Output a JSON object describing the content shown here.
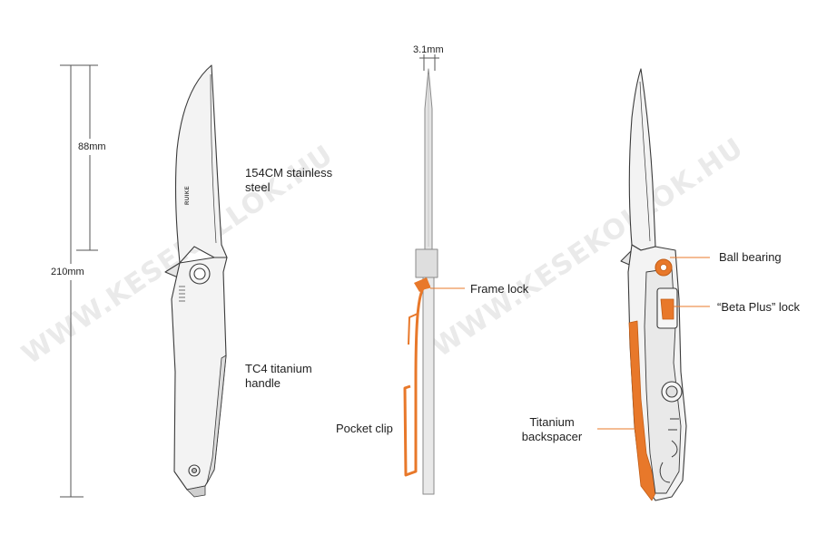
{
  "dimensions": {
    "total_length": "210mm",
    "blade_length": "88mm",
    "thickness": "3.1mm"
  },
  "labels": {
    "blade_material_line1": "154CM stainless",
    "blade_material_line2": "steel",
    "handle_line1": "TC4 titanium",
    "handle_line2": "handle",
    "frame_lock": "Frame lock",
    "pocket_clip": "Pocket clip",
    "ball_bearing": "Ball bearing",
    "beta_plus_lock": "“Beta Plus” lock",
    "backspacer_line1": "Titanium",
    "backspacer_line2": "backspacer"
  },
  "brand_mark": "RUIKE",
  "watermark": "WWW.KESEKOLLOK.HU",
  "colors": {
    "accent": "#e8782a",
    "line": "#3a3a3a",
    "fill": "#f2f2f2",
    "shade": "#d6d6d6"
  }
}
